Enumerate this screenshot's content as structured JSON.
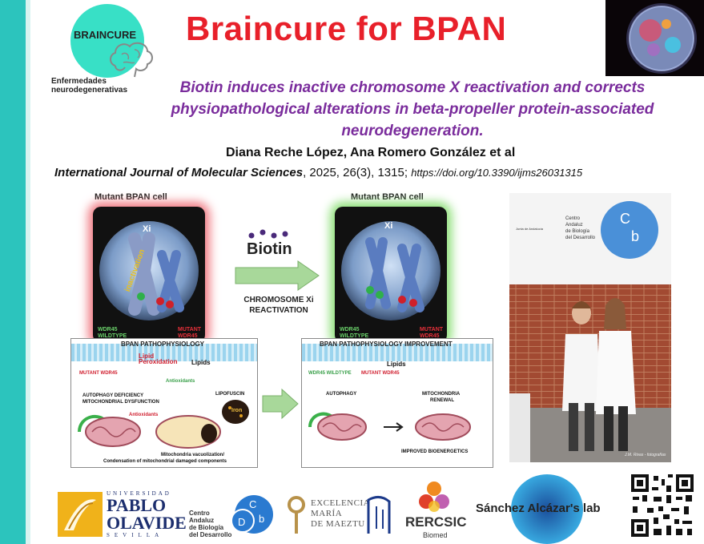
{
  "logo": {
    "name": "BRAINCURE",
    "sub_line1": "Enfermedades",
    "sub_line2": "neurodegenerativas"
  },
  "title": "Braincure for BPAN",
  "subtitle_line1": "Biotin induces inactive chromosome X  reactivation and corrects",
  "subtitle_line2": "physiopathological alterations in beta-propeller protein-associated",
  "subtitle_line3": "neurodegeneration.",
  "authors": "Diana Reche López, Ana Romero González et al",
  "citation": {
    "journal": "International Journal of Molecular Sciences",
    "details": ", 2025, 26(3), 1315; ",
    "doi": "https://doi.org/10.3390/ijms26031315"
  },
  "figure": {
    "left_label": "Mutant BPAN cell",
    "right_label": "Mutant BPAN cell",
    "xi": "Xi",
    "inactivation": "inactivation",
    "wdr45_wildtype": "WDR45 WILDTYPE",
    "mutant_wdr45": "MUTANT WDR45",
    "wdr45_short": "WDR45",
    "wildtype_short": "WILDTYPE",
    "mutant_short": "MUTANT",
    "biotin": "Biotin",
    "chrom_line1": "CHROMOSOME Xi",
    "chrom_line2": "REACTIVATION",
    "patho_title": "BPAN PATHOPHYSIOLOGY",
    "lipid_perox": "Lipid Peroxidation",
    "lipids": "Lipids",
    "antioxidants": "Antioxidants",
    "autophagy_def": "AUTOPHAGY DEFICIENCY",
    "mito_dys": "MITOCHONDRIAL DYSFUNCTION",
    "lipofuscin": "LIPOFUSCIN",
    "iron": "Iron",
    "vacuol_line1": "Mitochondria vacuolization/",
    "vacuol_line2": "Condensation of mitochondrial damaged components",
    "improve_title": "BPAN PATHOPHYSIOLOGY IMPROVEMENT",
    "autophagy": "AUTOPHAGY",
    "mito_renewal_1": "MITOCHONDRIA",
    "mito_renewal_2": "RENEWAL",
    "improved_bio": "IMPROVED BIOENERGETICS"
  },
  "photo": {
    "sign_line1": "Centro",
    "sign_line2": "Andaluz",
    "sign_line3": "de Biología",
    "sign_line4": "del Desarrollo",
    "junta": "Junta de Andalucía",
    "credit": "J.M. Rivas - fotografías"
  },
  "bottom": {
    "upo_top": "UNIVERSIDAD",
    "upo_name_1": "PABLO",
    "upo_name_2": "OLAVIDE",
    "upo_city": "SEVILLA",
    "cabd_1": "Centro",
    "cabd_2": "Andaluz",
    "cabd_3": "de Biología",
    "cabd_4": "del Desarrollo",
    "emm_1": "EXCELENCIA",
    "emm_2": "MARÍA",
    "emm_3": "DE MAEZTU",
    "rercsic": "RERCSIC",
    "biomed": "Biomed",
    "lab": "Sánchez Alcázar's lab"
  }
}
